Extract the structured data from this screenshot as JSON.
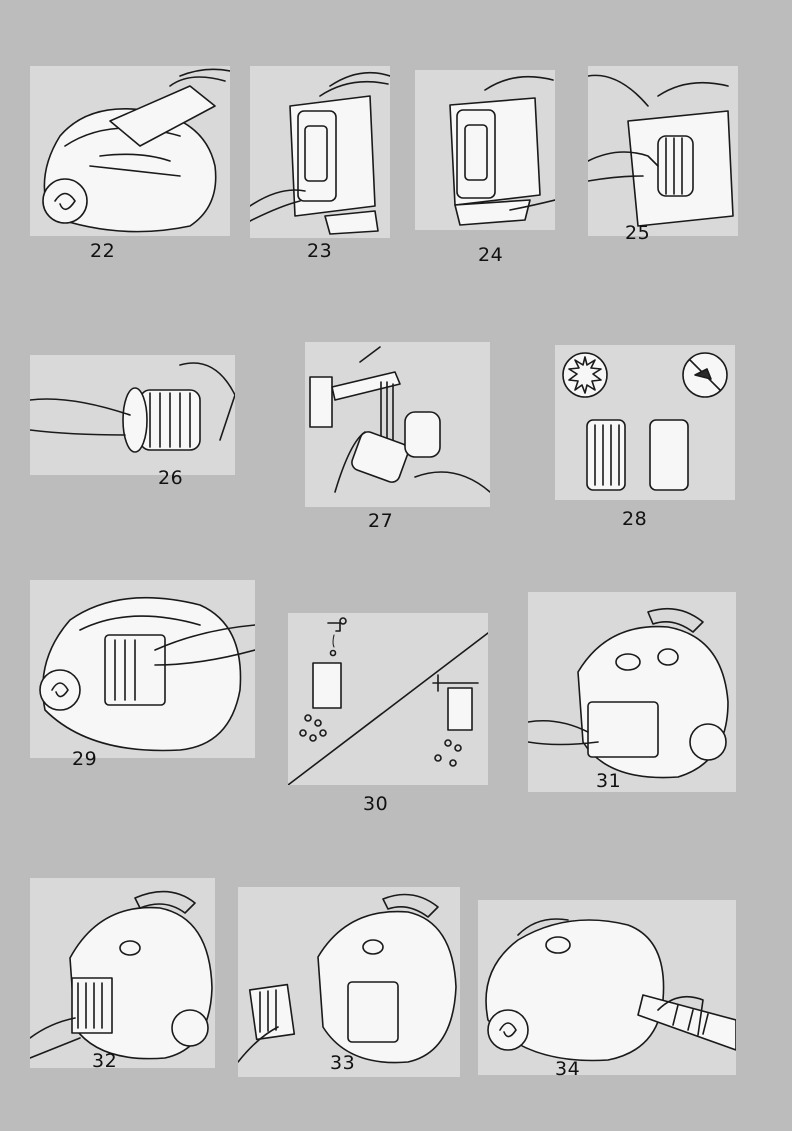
{
  "steps": [
    {
      "id": "22",
      "label": "22"
    },
    {
      "id": "23",
      "label": "23"
    },
    {
      "id": "24",
      "label": "24"
    },
    {
      "id": "25",
      "label": "25"
    },
    {
      "id": "26",
      "label": "26"
    },
    {
      "id": "27",
      "label": "27"
    },
    {
      "id": "28",
      "label": "28"
    },
    {
      "id": "29",
      "label": "29"
    },
    {
      "id": "30",
      "label": "30"
    },
    {
      "id": "31",
      "label": "31"
    },
    {
      "id": "32",
      "label": "32"
    },
    {
      "id": "33",
      "label": "33"
    },
    {
      "id": "34",
      "label": "34"
    }
  ],
  "colors": {
    "page_background": "#bcbcbc",
    "panel_background": "#d9d9d9",
    "line_art": "#1a1a1a"
  }
}
